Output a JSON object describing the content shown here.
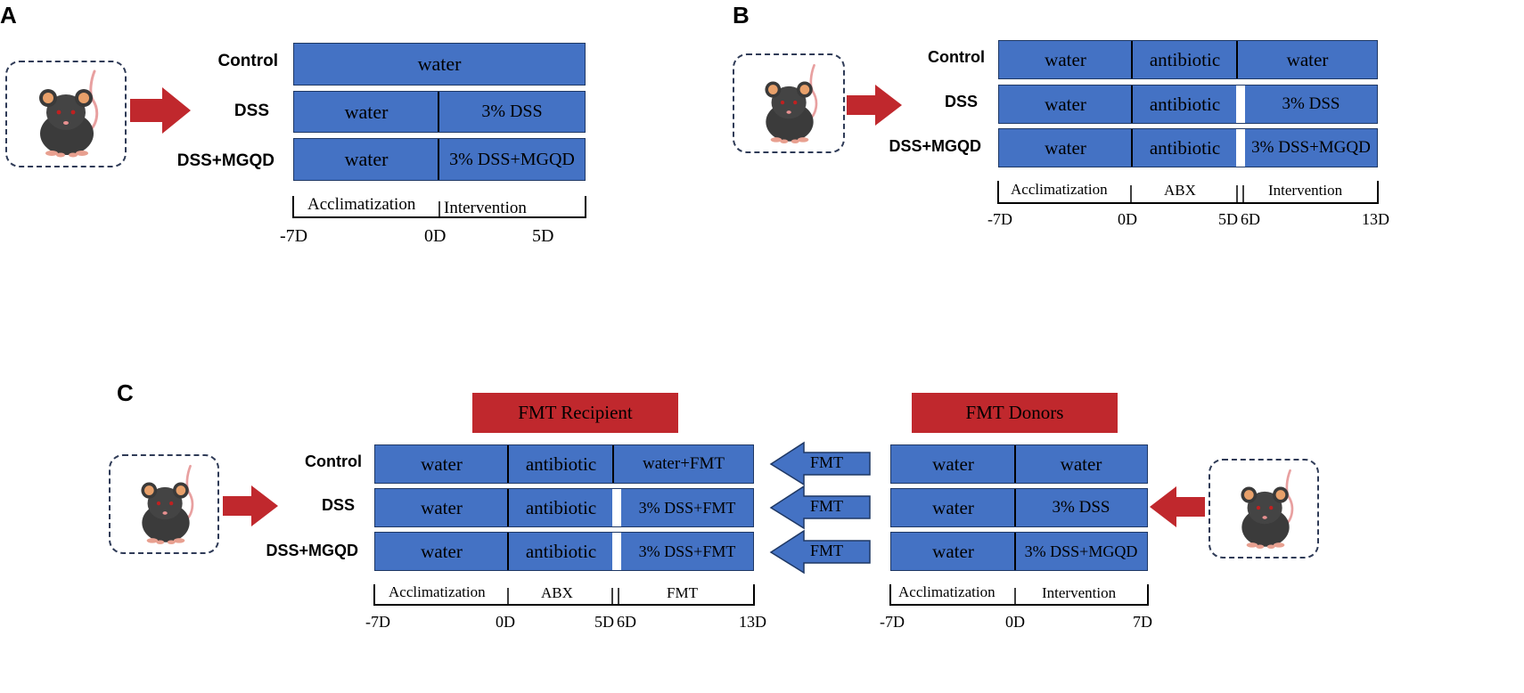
{
  "colors": {
    "bar": "#4472c4",
    "bar_border": "#1f3864",
    "arrow_red": "#c0282d",
    "fmt_arrow": "#4472c4",
    "header_bg": "#c0282d"
  },
  "panel_a": {
    "letter": "A",
    "rows": [
      {
        "label": "Control",
        "segments": [
          "water"
        ]
      },
      {
        "label": "DSS",
        "segments": [
          "water",
          "3% DSS"
        ]
      },
      {
        "label": "DSS+MGQD",
        "segments": [
          "water",
          "3% DSS+MGQD"
        ]
      }
    ],
    "phases": [
      "Acclimatization",
      "Intervention"
    ],
    "ticks": [
      "-7D",
      "0D",
      "5D"
    ]
  },
  "panel_b": {
    "letter": "B",
    "rows": [
      {
        "label": "Control",
        "segments": [
          "water",
          "antibiotic",
          "water"
        ]
      },
      {
        "label": "DSS",
        "segments": [
          "water",
          "antibiotic",
          "3% DSS"
        ]
      },
      {
        "label": "DSS+MGQD",
        "segments": [
          "water",
          "antibiotic",
          "3% DSS+MGQD"
        ]
      }
    ],
    "phases": [
      "Acclimatization",
      "ABX",
      "Intervention"
    ],
    "ticks": [
      "-7D",
      "0D",
      "5D",
      "6D",
      "13D"
    ]
  },
  "panel_c": {
    "letter": "C",
    "recipient_header": "FMT Recipient",
    "donor_header": "FMT Donors",
    "rows": [
      {
        "label": "Control",
        "recipient": [
          "water",
          "antibiotic",
          "water+FMT"
        ],
        "fmt": "FMT",
        "donor": [
          "water",
          "water"
        ]
      },
      {
        "label": "DSS",
        "recipient": [
          "water",
          "antibiotic",
          "3% DSS+FMT"
        ],
        "fmt": "FMT",
        "donor": [
          "water",
          "3% DSS"
        ]
      },
      {
        "label": "DSS+MGQD",
        "recipient": [
          "water",
          "antibiotic",
          "3% DSS+FMT"
        ],
        "fmt": "FMT",
        "donor": [
          "water",
          "3% DSS+MGQD"
        ]
      }
    ],
    "recipient_phases": [
      "Acclimatization",
      "ABX",
      "FMT"
    ],
    "recipient_ticks": [
      "-7D",
      "0D",
      "5D",
      "6D",
      "13D"
    ],
    "donor_phases": [
      "Acclimatization",
      "Intervention"
    ],
    "donor_ticks": [
      "-7D",
      "0D",
      "7D"
    ]
  }
}
